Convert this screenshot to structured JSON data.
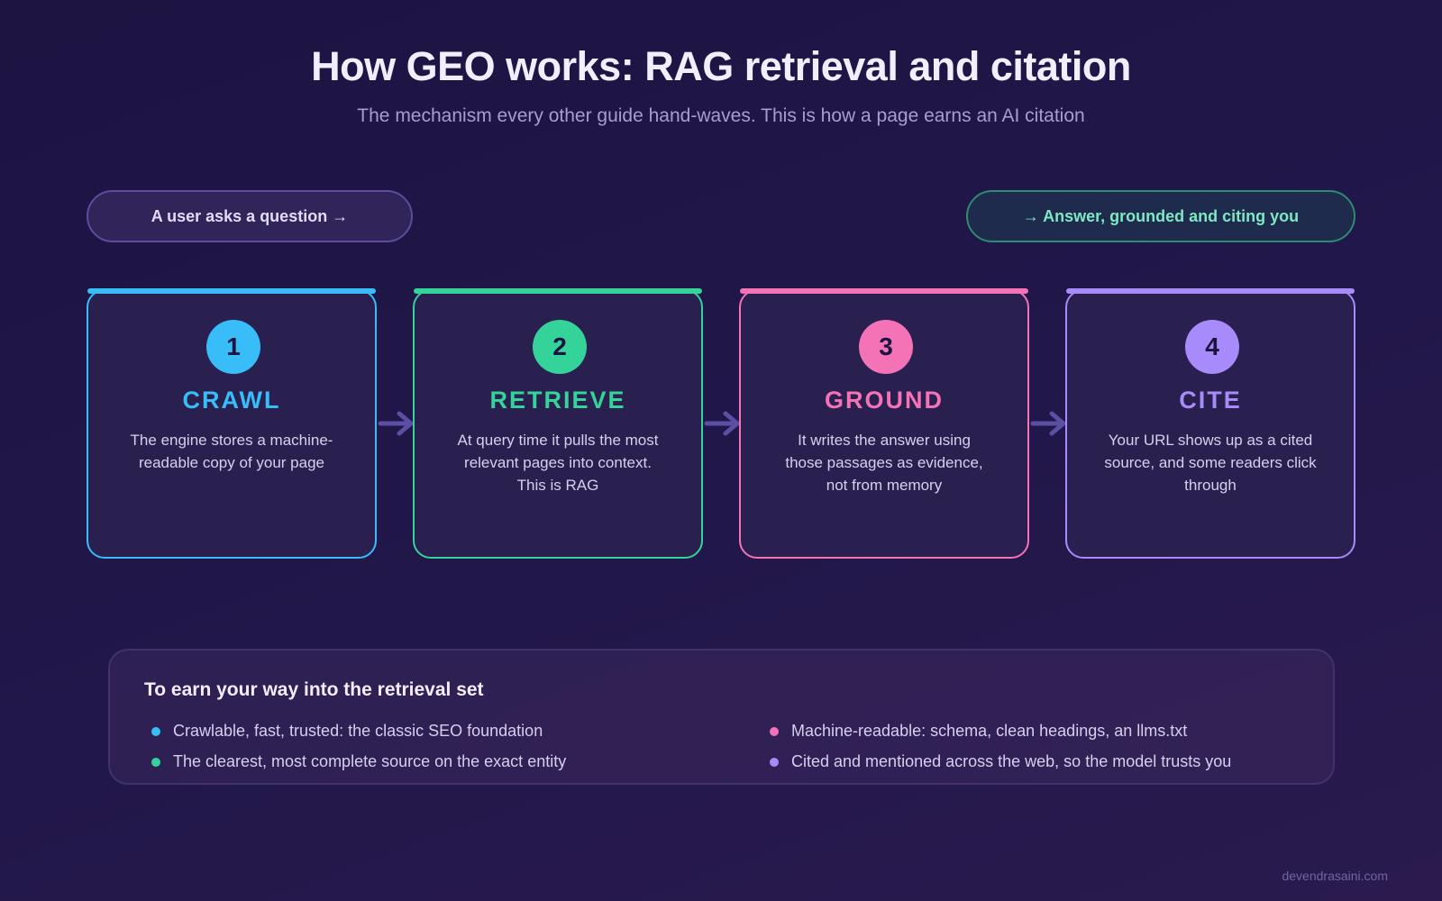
{
  "header": {
    "title": "How GEO works: RAG retrieval and citation",
    "subtitle": "The mechanism every other guide hand-waves. This is how a page earns an AI citation"
  },
  "flow": {
    "start_label": "A user asks a question →",
    "end_label": "→ Answer, grounded and citing you"
  },
  "steps": [
    {
      "number": "1",
      "title": "CRAWL",
      "description": "The engine stores a machine-readable copy of your page",
      "color": "#38bdf8"
    },
    {
      "number": "2",
      "title": "RETRIEVE",
      "description": "At query time it pulls the most relevant pages into context. This is RAG",
      "color": "#34d399"
    },
    {
      "number": "3",
      "title": "GROUND",
      "description": "It writes the answer using those passages as evidence, not from memory",
      "color": "#f472b6"
    },
    {
      "number": "4",
      "title": "CITE",
      "description": "Your URL shows up as a cited source, and some readers click through",
      "color": "#a78bfa"
    }
  ],
  "tips": {
    "title": "To earn your way into the retrieval set",
    "items": [
      {
        "text": "Crawlable, fast, trusted: the classic SEO foundation",
        "color": "#38bdf8"
      },
      {
        "text": "The clearest, most complete source on the exact entity",
        "color": "#34d399"
      },
      {
        "text": "Machine-readable: schema, clean headings, an llms.txt",
        "color": "#f472b6"
      },
      {
        "text": "Cited and mentioned across the web, so the model trusts you",
        "color": "#a78bfa"
      }
    ]
  },
  "footer": {
    "credit": "devendrasaini.com"
  },
  "colors": {
    "arrow": "#5b4fa3"
  }
}
